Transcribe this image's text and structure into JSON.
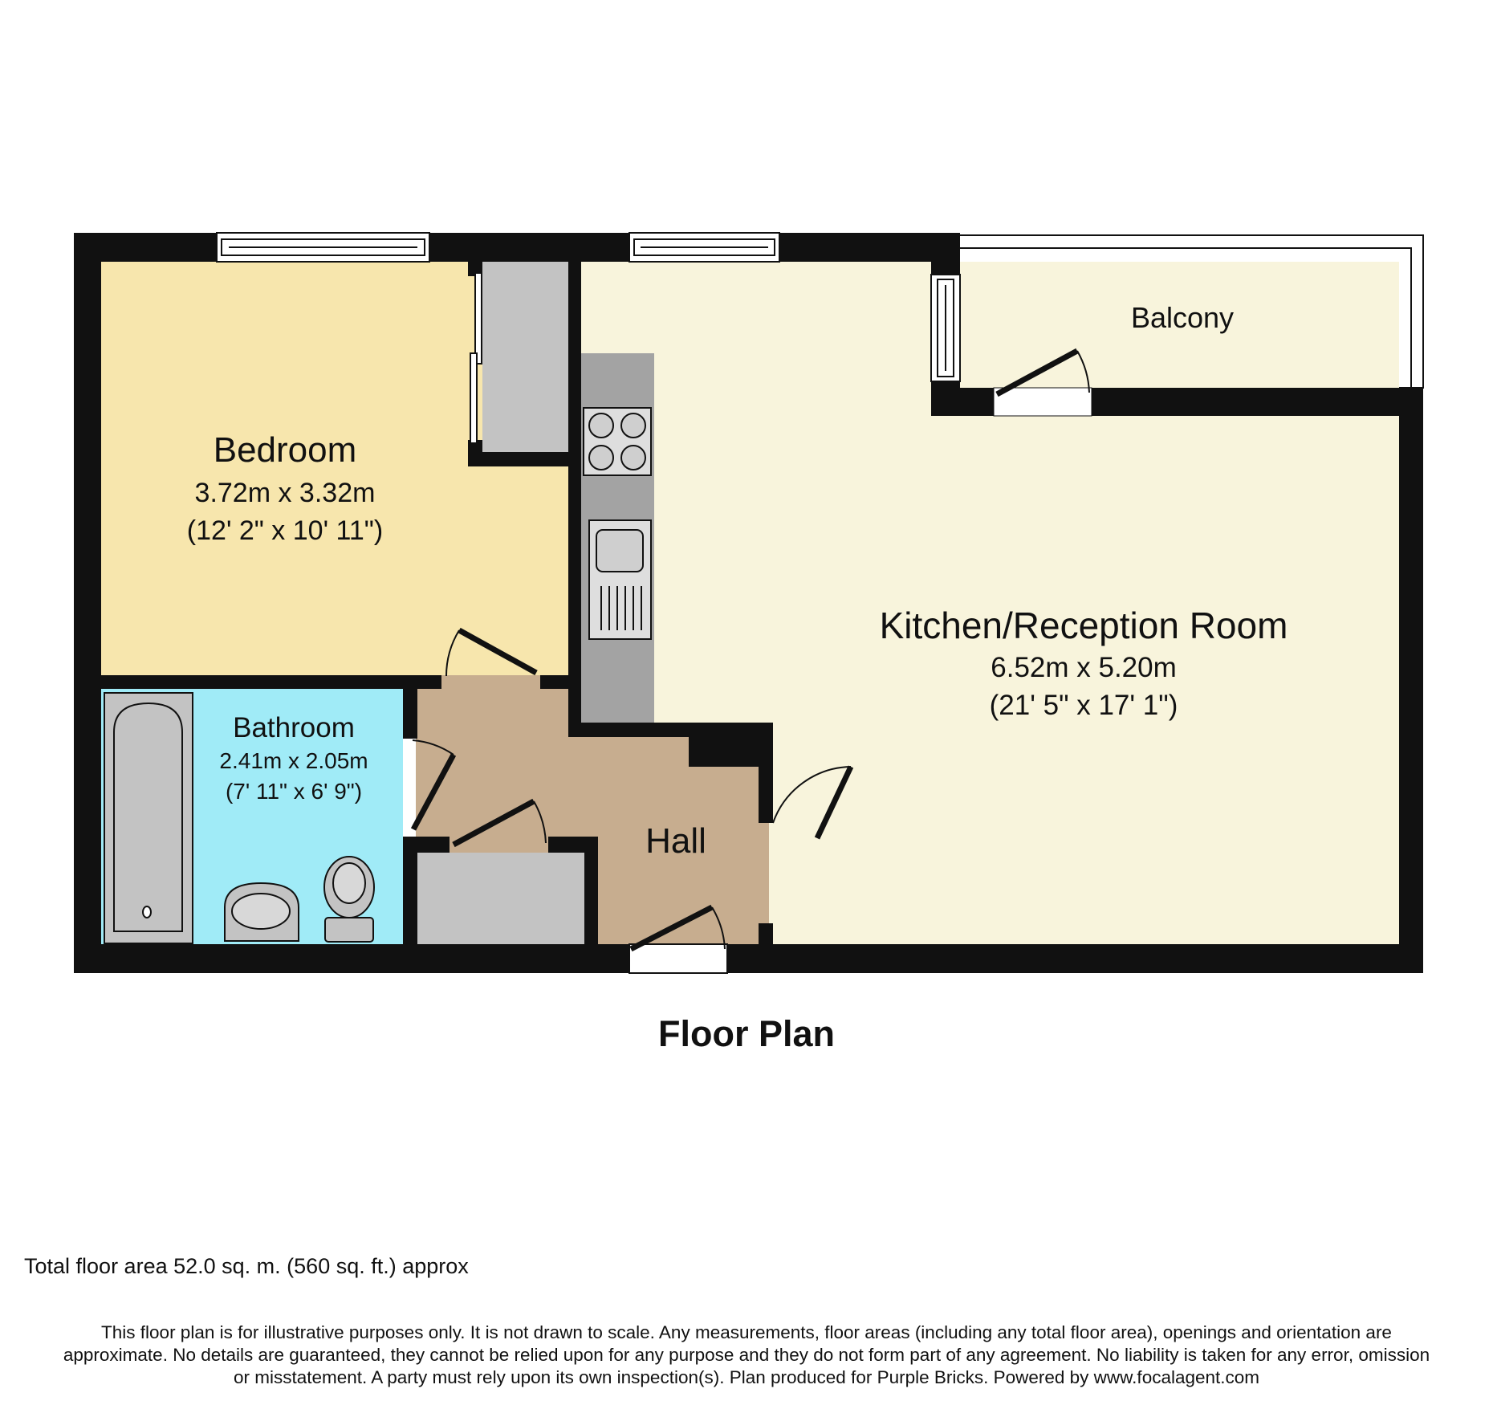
{
  "colors": {
    "wall": "#111111",
    "bedroom": "#f7e6ad",
    "kitchen_reception": "#f8f4dc",
    "bathroom": "#a0ebf7",
    "hall": "#c7ad8f",
    "fitted_unit": "#c3c3c3",
    "worktop": "#a3a3a3"
  },
  "rooms": {
    "bedroom": {
      "name": "Bedroom",
      "metric": "3.72m x 3.32m",
      "imperial": "(12' 2\" x 10' 11\")"
    },
    "kitchen_reception": {
      "name": "Kitchen/Reception Room",
      "metric": "6.52m x 5.20m",
      "imperial": "(21' 5\" x 17' 1\")"
    },
    "bathroom": {
      "name": "Bathroom",
      "metric": "2.41m x 2.05m",
      "imperial": "(7' 11\" x 6' 9\")"
    },
    "hall": {
      "name": "Hall"
    },
    "balcony": {
      "name": "Balcony"
    }
  },
  "fixtures": [
    "hob-icon",
    "sink-icon",
    "bath-icon",
    "wash-basin-icon",
    "toilet-icon",
    "window-icon",
    "door-swing-icon"
  ],
  "plan_title": "Floor Plan",
  "total_area": "Total floor area 52.0 sq. m. (560 sq. ft.) approx",
  "disclaimer": {
    "line1": "This floor plan is for illustrative purposes only. It is not drawn to scale. Any measurements, floor areas (including any total floor area), openings and orientation are",
    "line2": "approximate. No details are guaranteed, they cannot be relied upon for any purpose and they do not form part of any agreement. No liability is taken for any error, omission",
    "line3": "or misstatement. A party must rely upon its own inspection(s). Plan produced for Purple Bricks. Powered by www.focalagent.com"
  }
}
